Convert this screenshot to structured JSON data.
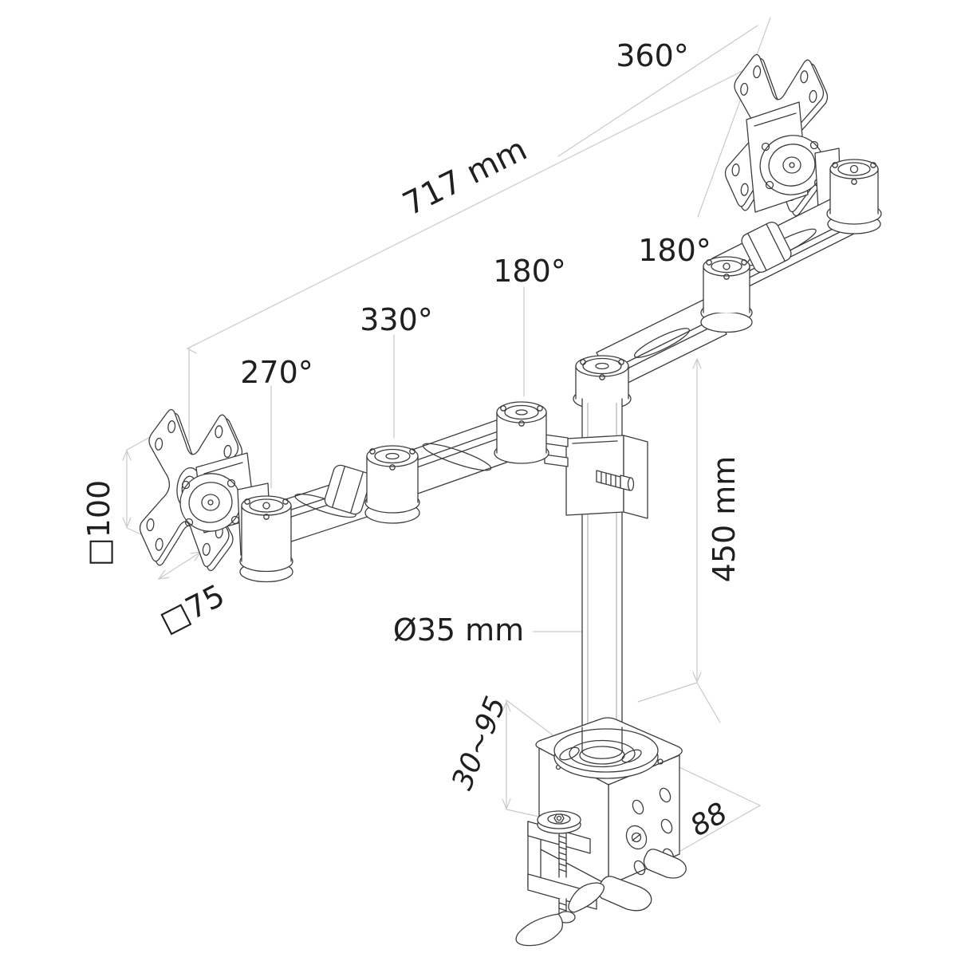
{
  "drawing": {
    "type": "technical line drawing",
    "subject": "dual monitor desk mount arm with clamp",
    "colors": {
      "line": "#3d3d3d",
      "dimension": "#c9c9c9",
      "text": "#1f1f1f",
      "background": "#ffffff"
    }
  },
  "labels": {
    "rotation_360": "360°",
    "arm_span": "717 mm",
    "rotation_180_right": "180°",
    "rotation_180_left": "180°",
    "rotation_330": "330°",
    "rotation_270": "270°",
    "vesa_100": "□100",
    "vesa_75": "□75",
    "pole_diameter": "Ø35 mm",
    "pole_height": "450 mm",
    "clamp_range": "30~95",
    "clamp_depth": "88"
  }
}
